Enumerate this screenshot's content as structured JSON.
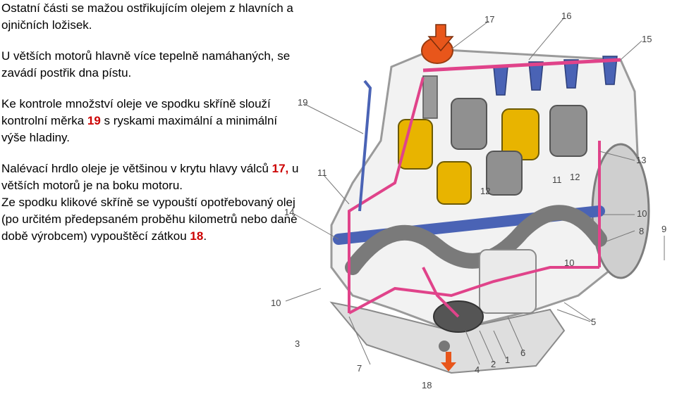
{
  "paragraphs": [
    {
      "text": "Ostatní části se mažou ostřikujícím olejem z hlavních a ojničních ložisek."
    },
    {
      "text": "U větších motorů hlavně více tepelně namáhaných, se zavádí postřik dna pístu."
    },
    {
      "before": "Ke kontrole množství oleje ve spodku skříně slouží kontrolní měrka ",
      "highlight": "19",
      "after": " s ryskami maximální a minimální výše hladiny."
    },
    {
      "before": "Nalévací hrdlo oleje je většinou v krytu hlavy válců ",
      "highlight": "17,",
      "after": " u větších motorů je na boku motoru."
    },
    {
      "before": "Ze spodku klikové skříně se vypouští opotřebovaný olej (po určitém předepsaném proběhu kilometrů nebo dané době výrobcem) vypouštěcí zátkou ",
      "highlight": "18",
      "after": "."
    }
  ],
  "labels": {
    "l17": "17",
    "l16": "16",
    "l15": "15",
    "l19": "19",
    "l13": "13",
    "l11": "11",
    "l14": "14",
    "l12a": "12",
    "l12b": "12",
    "l11b": "11",
    "l10a": "10",
    "l10b": "10",
    "l10c": "10",
    "l8": "8",
    "l9": "9",
    "l5": "5",
    "l3": "3",
    "l7": "7",
    "l4": "4",
    "l2": "2",
    "l1": "1",
    "l6": "6",
    "l18": "18"
  },
  "colors": {
    "highlight": "#cc0000",
    "oil_path": "#e0438a",
    "piston_yellow": "#e8b400",
    "engine_grey": "#8a8a8a",
    "shaft_blue": "#4a63b5",
    "arrow_orange": "#e8561b"
  }
}
